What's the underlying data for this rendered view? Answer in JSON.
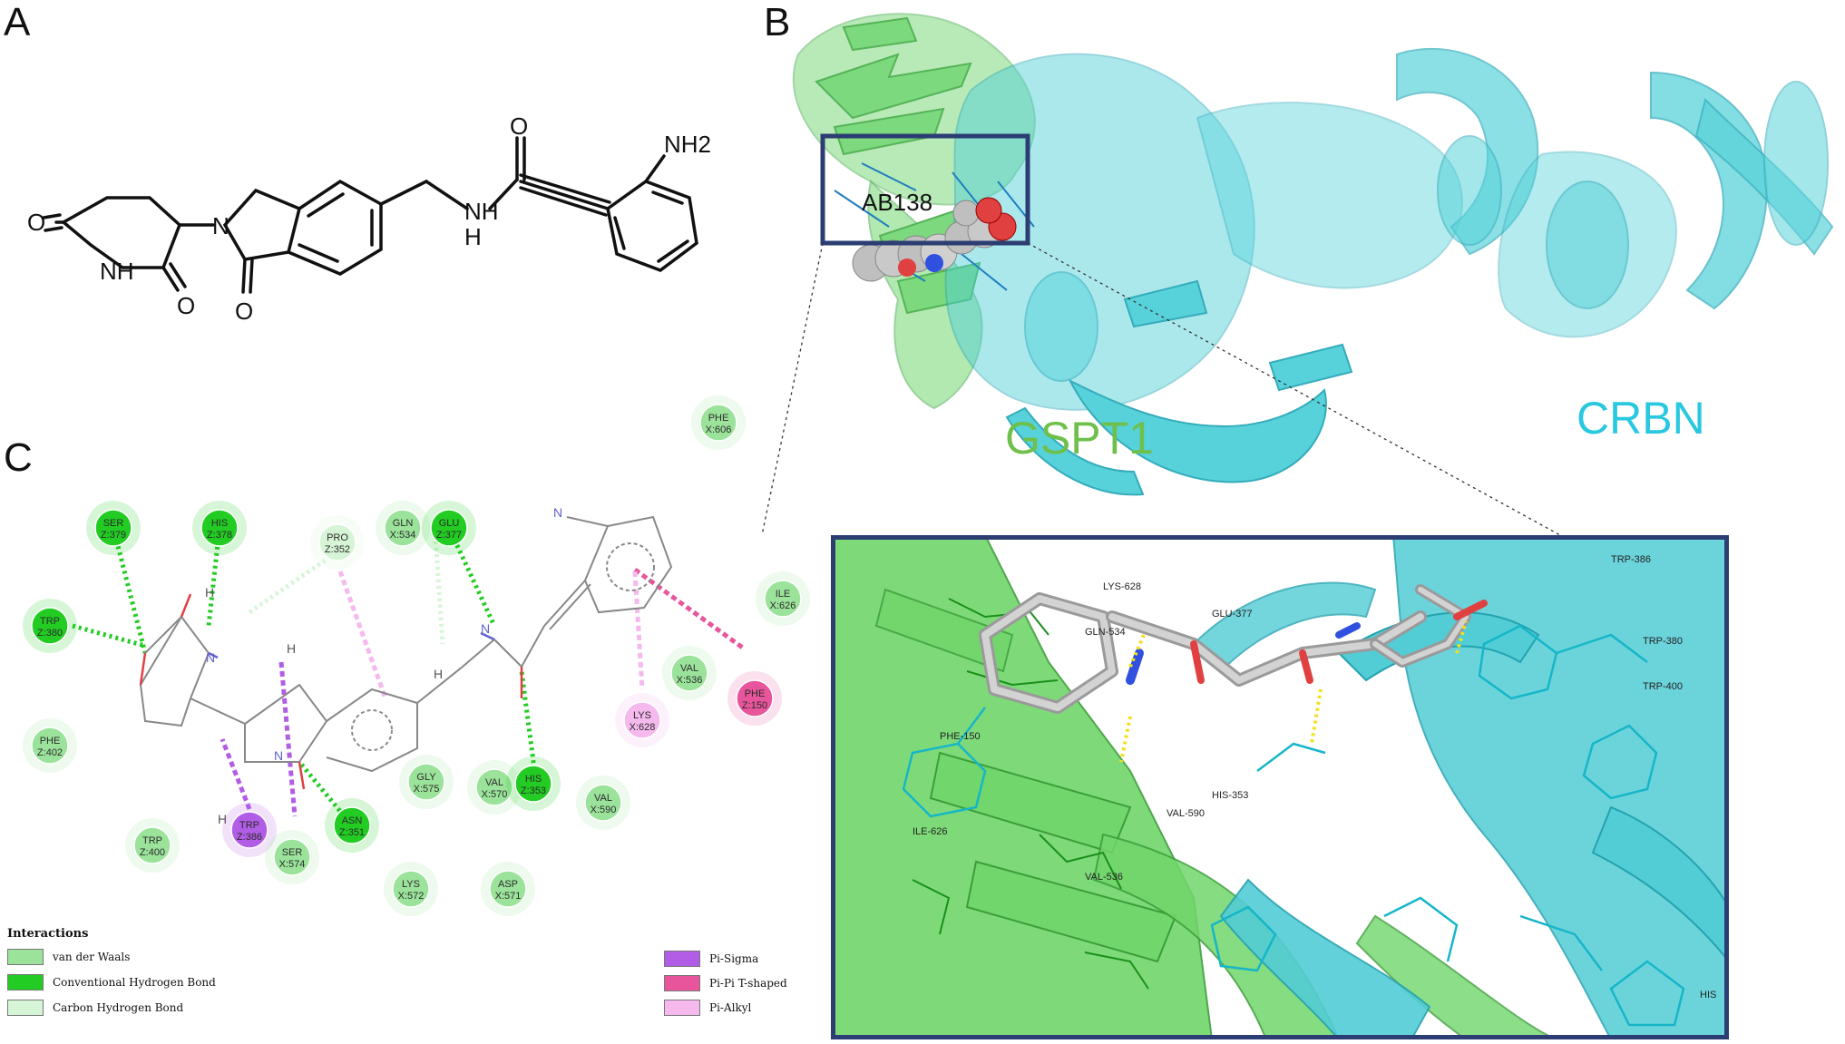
{
  "panels": {
    "a": "A",
    "b": "B",
    "c": "C"
  },
  "panelA": {
    "atoms": {
      "o1": "O",
      "o2": "O",
      "o3": "O",
      "o4": "O",
      "nh_ring": "NH",
      "n_iso": "N",
      "nh_amide": "NH",
      "h_amide": "H",
      "nh2": "NH2"
    }
  },
  "panelB": {
    "ligand_label": "AB138",
    "gspt1_label": "GSPT1",
    "crbn_label": "CRBN",
    "colors": {
      "gspt1": "#77d877",
      "crbn": "#4fd0d8",
      "frame": "#2b3d73"
    },
    "residues": [
      "LYS-628",
      "GLU-377",
      "GLN-534",
      "PHE-150",
      "HIS-353",
      "VAL-590",
      "ILE-626",
      "VAL-536",
      "TRP-386",
      "TRP-380",
      "TRP-400",
      "HIS"
    ]
  },
  "panelC": {
    "residues": [
      {
        "id": "ser379",
        "top": "SER",
        "bot": "Z:379",
        "type": "hbond"
      },
      {
        "id": "his378",
        "top": "HIS",
        "bot": "Z:378",
        "type": "hbond"
      },
      {
        "id": "trp380",
        "top": "TRP",
        "bot": "Z:380",
        "type": "hbond"
      },
      {
        "id": "pro352",
        "top": "PRO",
        "bot": "Z:352",
        "type": "carbon"
      },
      {
        "id": "gln534",
        "top": "GLN",
        "bot": "X:534",
        "type": "vdw"
      },
      {
        "id": "glu377",
        "top": "GLU",
        "bot": "Z:377",
        "type": "hbond"
      },
      {
        "id": "phe606",
        "top": "PHE",
        "bot": "X:606",
        "type": "vdw"
      },
      {
        "id": "ile626",
        "top": "ILE",
        "bot": "X:626",
        "type": "vdw"
      },
      {
        "id": "val536",
        "top": "VAL",
        "bot": "X:536",
        "type": "vdw"
      },
      {
        "id": "phe150",
        "top": "PHE",
        "bot": "Z:150",
        "type": "pipi"
      },
      {
        "id": "lys628",
        "top": "LYS",
        "bot": "X:628",
        "type": "pialkyl"
      },
      {
        "id": "phe402",
        "top": "PHE",
        "bot": "Z:402",
        "type": "vdw"
      },
      {
        "id": "trp386",
        "top": "TRP",
        "bot": "Z:386",
        "type": "pisigma"
      },
      {
        "id": "asn351",
        "top": "ASN",
        "bot": "Z:351",
        "type": "hbond"
      },
      {
        "id": "trp400",
        "top": "TRP",
        "bot": "Z:400",
        "type": "vdw"
      },
      {
        "id": "ser574",
        "top": "SER",
        "bot": "X:574",
        "type": "vdw"
      },
      {
        "id": "gly575",
        "top": "GLY",
        "bot": "X:575",
        "type": "vdw"
      },
      {
        "id": "val570",
        "top": "VAL",
        "bot": "X:570",
        "type": "vdw"
      },
      {
        "id": "his353",
        "top": "HIS",
        "bot": "Z:353",
        "type": "hbond"
      },
      {
        "id": "val590",
        "top": "VAL",
        "bot": "X:590",
        "type": "vdw"
      },
      {
        "id": "lys572",
        "top": "LYS",
        "bot": "X:572",
        "type": "vdw"
      },
      {
        "id": "asp571",
        "top": "ASP",
        "bot": "X:571",
        "type": "vdw"
      }
    ],
    "type_colors": {
      "vdw": "#9be39b",
      "hbond": "#22cc22",
      "carbon": "#d6f5d6",
      "pisigma": "#b25de6",
      "pipi": "#e8559c",
      "pialkyl": "#f5b9ee"
    },
    "legend": {
      "title": "Interactions",
      "vdw": "van der Waals",
      "hbond": "Conventional Hydrogen Bond",
      "carbon": "Carbon Hydrogen Bond",
      "pisigma": "Pi-Sigma",
      "pipi": "Pi-Pi T-shaped",
      "pialkyl": "Pi-Alkyl"
    }
  }
}
